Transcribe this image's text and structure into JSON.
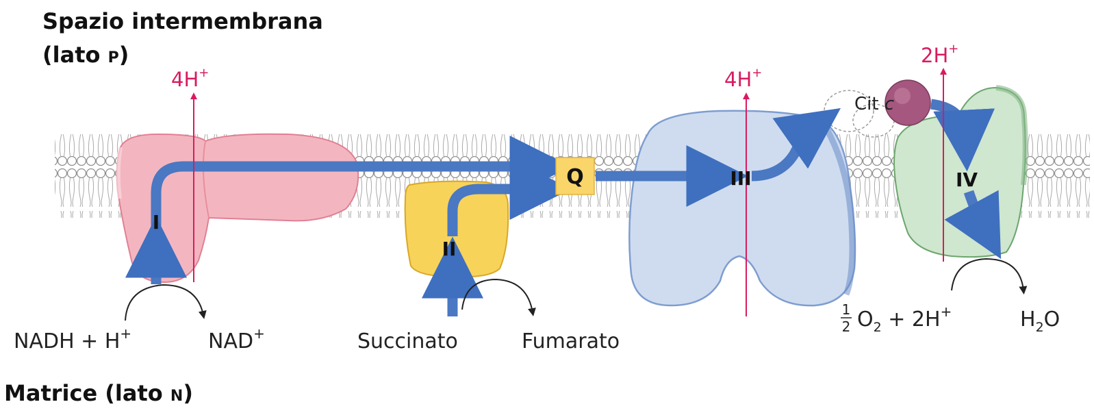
{
  "headings": {
    "top_line1": "Spazio intermembrana",
    "top_line2_prefix": "(lato ",
    "top_line2_side": "P",
    "top_line2_suffix": ")",
    "bottom_prefix": "Matrice (lato ",
    "bottom_side": "N",
    "bottom_suffix": ")"
  },
  "proton_labels": {
    "complex_I": {
      "base": "4H",
      "sup": "+"
    },
    "complex_III": {
      "base": "4H",
      "sup": "+"
    },
    "complex_IV": {
      "base": "2H",
      "sup": "+"
    }
  },
  "complexes": {
    "I": "I",
    "II": "II",
    "III": "III",
    "IV": "IV",
    "Q": "Q",
    "cyt_c_prefix": "Cit ",
    "cyt_c_italic": "c"
  },
  "reactions": {
    "nadh": "NADH + H",
    "nadh_sup": "+",
    "nad": "NAD",
    "nad_sup": "+",
    "succinate": "Succinato",
    "fumarate": "Fumarato",
    "half_num": "1",
    "half_den": "2",
    "o2_o": "O",
    "o2_sub": "2",
    "o2_plus": " + 2H",
    "o2_sup": "+",
    "water_h": "H",
    "water_sub": "2",
    "water_o": "O"
  },
  "colors": {
    "proton": "#d81b60",
    "electron_arrow": "#4a78c2",
    "complex_I": "#f3b6c0",
    "complex_II": "#f7d35a",
    "complex_III": "#cfdcef",
    "complex_IV": "#cfe6cf",
    "cyt_c": "#a5577f",
    "q_box": "#f9d56a",
    "membrane": "#9a9a9a"
  }
}
